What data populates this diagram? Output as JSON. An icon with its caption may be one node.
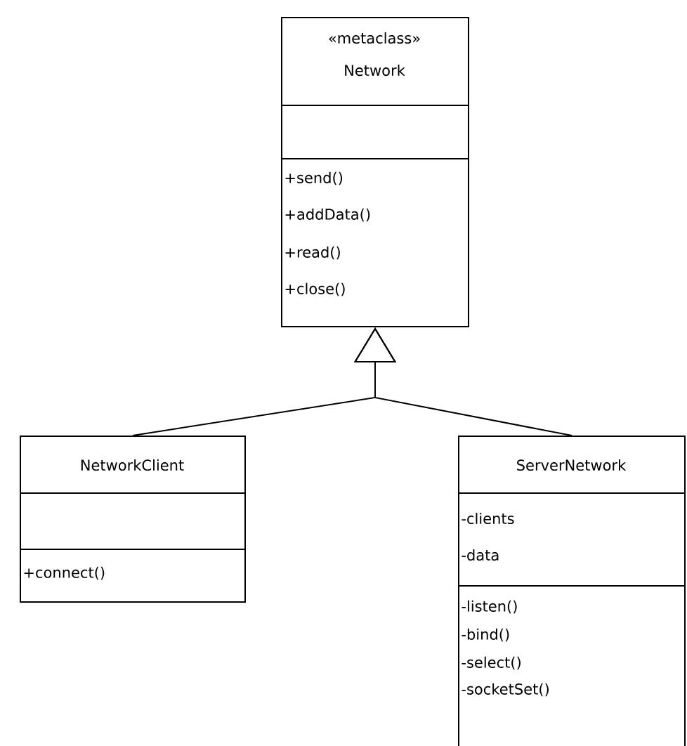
{
  "diagram": {
    "nodes": [
      {
        "text": [
          "«metaclass»",
          "Network",
          "+send()",
          "+addData()",
          "+read()",
          "+close()"
        ]
      },
      {
        "text": [
          "NetworkClient",
          "+connect()"
        ]
      },
      {
        "text": [
          "ServerNetwork",
          "-clients",
          "-data",
          "-listen()",
          "-bind()",
          "-select()",
          "-socketSet()"
        ]
      }
    ],
    "edges": [
      {
        "from": 1,
        "to": 0,
        "arrow": "to"
      },
      {
        "from": 2,
        "to": 0,
        "arrow": "to"
      }
    ]
  }
}
